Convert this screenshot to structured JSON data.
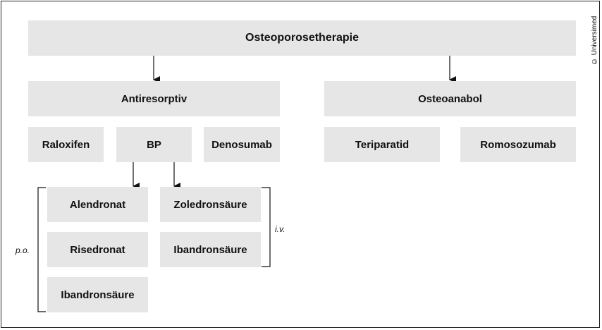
{
  "title": "Osteoporosetherapie",
  "copyright": "© Universimed",
  "categories": {
    "antiresorptive": "Antiresorptiv",
    "anabolic": "Osteoanabol"
  },
  "antiresorptive_drugs": {
    "raloxifen": "Raloxifen",
    "bp": "BP",
    "denosumab": "Denosumab"
  },
  "anabolic_drugs": {
    "teriparatid": "Teriparatid",
    "romosozumab": "Romosozumab"
  },
  "bisphosphonates": {
    "oral_label": "p.o.",
    "iv_label": "i.v.",
    "oral": [
      "Alendronat",
      "Risedronat",
      "Ibandronsäure"
    ],
    "iv": [
      "Zoledronsäure",
      "Ibandronsäure"
    ]
  }
}
